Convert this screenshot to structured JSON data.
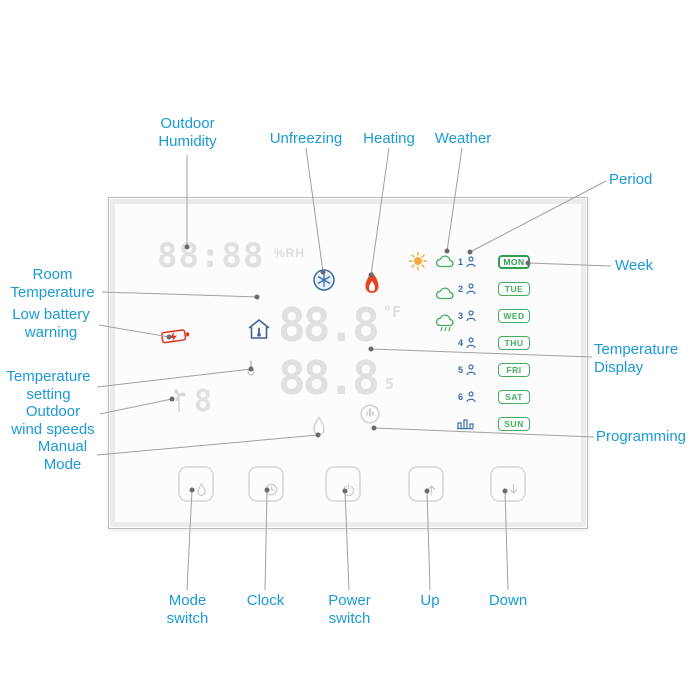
{
  "callouts": {
    "outdoor_humidity": "Outdoor Humidity",
    "unfreezing": "Unfreezing",
    "heating": "Heating",
    "weather": "Weather",
    "period": "Period",
    "week": "Week",
    "room_temperature": "Room Temperature",
    "low_battery_warning": "Low battery warning",
    "temperature_setting": "Temperature setting",
    "outdoor_wind_speeds": "Outdoor wind speeds",
    "manual_mode": "Manual Mode",
    "temperature_display": "Temperature Display",
    "programming": "Programming",
    "mode_switch": "Mode switch",
    "clock": "Clock",
    "power_switch": "Power switch",
    "up": "Up",
    "down": "Down"
  },
  "display": {
    "time": "88:88",
    "humidity_unit": "%RH",
    "room_temp": "88.8",
    "temp_unit": "°F",
    "set_temp": "88.8",
    "set_temp_period": "5",
    "wind_speed": "8",
    "week_days": [
      "MON",
      "TUE",
      "WED",
      "THU",
      "FRI",
      "SAT",
      "SUN"
    ],
    "active_day": "MON",
    "periods": [
      "1",
      "2",
      "3",
      "4",
      "5",
      "6"
    ]
  },
  "colors": {
    "callout_blue": "#1b9ad5",
    "week_green": "#43ac5e",
    "period_blue": "#3a6db0",
    "alert_red": "#e0301e",
    "flame_red": "#e8431f",
    "sun_orange": "#f5a93c",
    "lcd_gray": "#e0e0e0"
  }
}
